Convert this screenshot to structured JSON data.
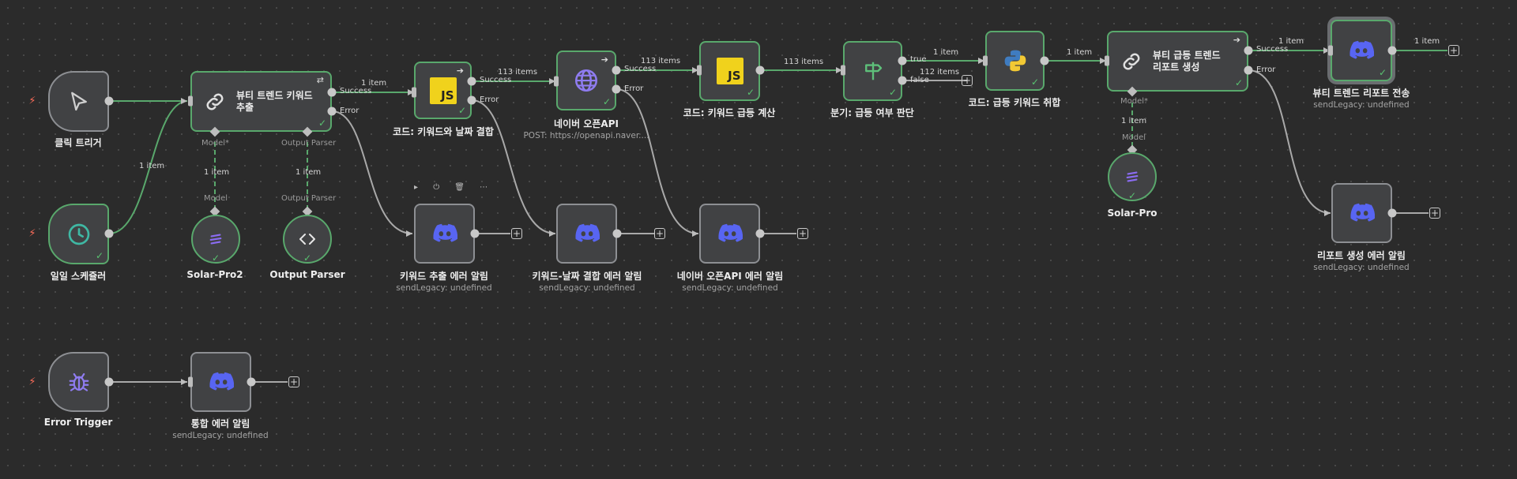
{
  "nodes": {
    "click_trigger": {
      "title": "클릭 트리거"
    },
    "daily_scheduler": {
      "title": "일일 스케쥴러"
    },
    "keyword_extract": {
      "title": "뷰티 트렌드 키워드\n추출"
    },
    "solar_pro2": {
      "title": "Solar-Pro2"
    },
    "output_parser": {
      "title": "Output Parser"
    },
    "code_combine": {
      "title": "코드: 키워드와 날짜 결합"
    },
    "naver_api": {
      "title": "네이버 오픈API",
      "subtitle": "POST: https://openapi.naver...."
    },
    "code_calc": {
      "title": "코드: 키워드 급등 계산"
    },
    "branch": {
      "title": "분기: 급등 여부 판단"
    },
    "code_collect": {
      "title": "코드: 급등 키워드 취합"
    },
    "report_gen": {
      "title": "뷰티 급등 트렌드\n리포트 생성"
    },
    "solar_pro": {
      "title": "Solar-Pro"
    },
    "report_send": {
      "title": "뷰티 트렌드 리포트 전송",
      "subtitle": "sendLegacy: undefined"
    },
    "err_keyword": {
      "title": "키워드 추출 에러 알림",
      "subtitle": "sendLegacy: undefined"
    },
    "err_combine": {
      "title": "키워드-날짜 결합 에러 알림",
      "subtitle": "sendLegacy: undefined"
    },
    "err_naver": {
      "title": "네이버 오픈API 에러 알림",
      "subtitle": "sendLegacy: undefined"
    },
    "err_report": {
      "title": "리포트 생성 에러 알림",
      "subtitle": "sendLegacy: undefined"
    },
    "error_trigger": {
      "title": "Error Trigger"
    },
    "err_total": {
      "title": "통합 에러 알림",
      "subtitle": "sendLegacy: undefined"
    }
  },
  "labels": {
    "success": "Success",
    "error": "Error",
    "true": "true",
    "false": "false",
    "model": "Model",
    "model_req": "Model*",
    "output_parser": "Output Parser",
    "one_item": "1 item",
    "items_113": "113 items",
    "items_112": "112 items",
    "js": "JS"
  },
  "icons": {
    "trigger": "bolt-icon",
    "click": "cursor-icon",
    "clock": "clock-icon",
    "link": "link-icon",
    "globe": "globe-icon",
    "discord": "discord-icon",
    "python": "python-icon",
    "branch": "signpost-icon",
    "bug": "bug-icon",
    "code": "code-brackets-icon",
    "solar": "solar-llm-icon"
  },
  "colors": {
    "success": "#59a86c",
    "trigger": "#ff6d5a",
    "discord": "#5865f2",
    "js": "#f0d21c"
  }
}
